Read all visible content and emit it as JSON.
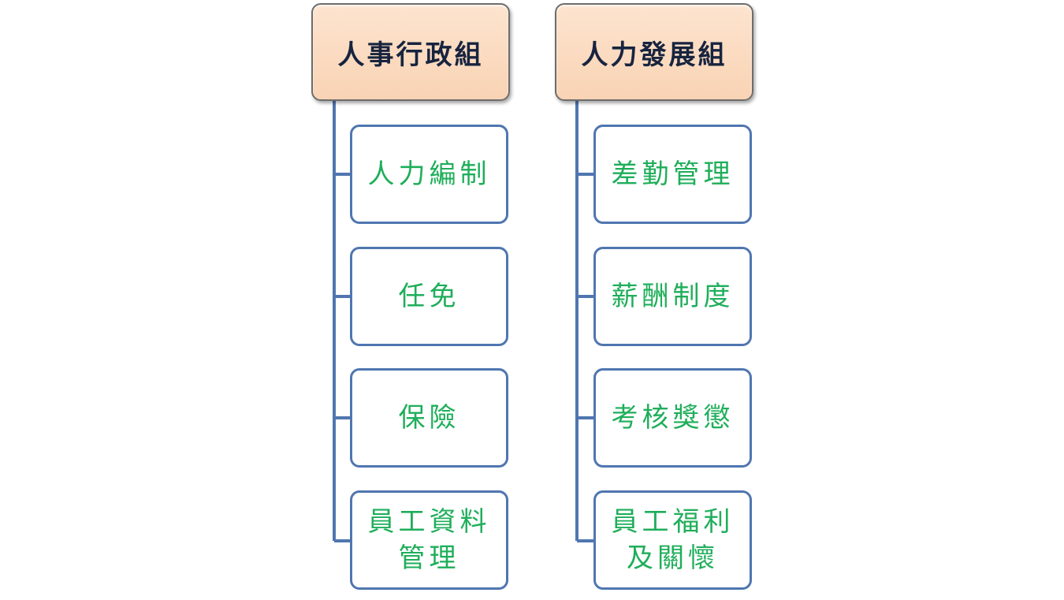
{
  "groups": [
    {
      "title": "人事行政組",
      "items": [
        "人力編制",
        "任免",
        "保險",
        "員工資料管理"
      ]
    },
    {
      "title": "人力發展組",
      "items": [
        "差勤管理",
        "薪酬制度",
        "考核獎懲",
        "員工福利及關懷"
      ]
    }
  ],
  "colors": {
    "header_fill": "#fbdcc2",
    "header_text": "#17243f",
    "child_border": "#4f76b0",
    "child_text": "#1fae5a",
    "connector": "#4f76b0"
  }
}
